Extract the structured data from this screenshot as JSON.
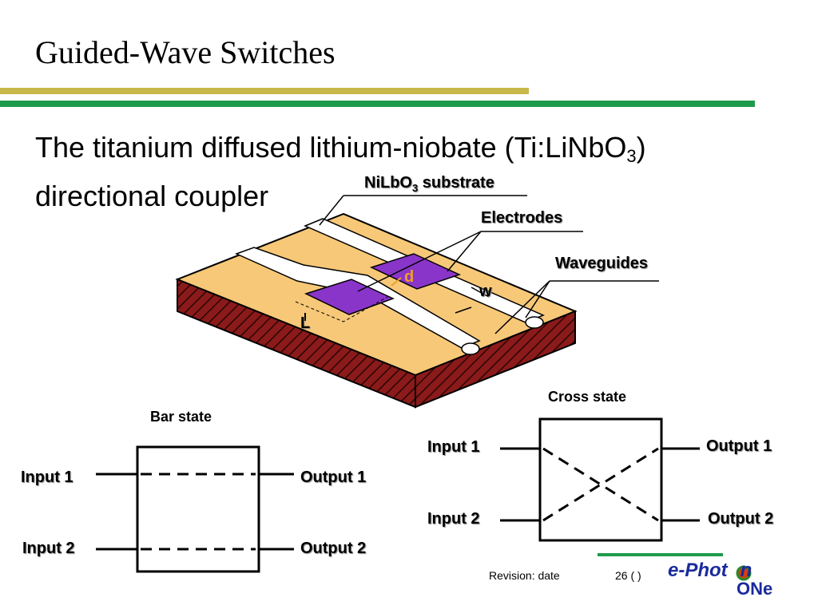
{
  "slide": {
    "title": "Guided-Wave Switches",
    "subtitle_line1_pre": "The titanium diffused lithium-niobate (Ti:LiNbO",
    "subtitle_line1_sub": "3",
    "subtitle_line1_post": ")",
    "subtitle_line2": "directional coupler"
  },
  "device": {
    "substrate_label_pre": "NiLbO",
    "substrate_label_sub": "3",
    "substrate_label_post": " substrate",
    "electrodes_label": "Electrodes",
    "waveguides_label": "Waveguides",
    "d_label": "d",
    "w_label": "w",
    "L_label": "L",
    "colors": {
      "top": "#f7c878",
      "side": "#8b1a1a",
      "electrode": "#8a35c9",
      "waveguide": "#ffffff",
      "d_label": "#f0a020"
    }
  },
  "bar_state": {
    "caption": "Bar state",
    "input1": "Input 1",
    "input2": "Input 2",
    "output1": "Output 1",
    "output2": "Output 2"
  },
  "cross_state": {
    "caption": "Cross state",
    "input1": "Input 1",
    "input2": "Input 2",
    "output1": "Output 1",
    "output2": "Output 2"
  },
  "footer": {
    "revision": "Revision: date",
    "page": "26 (   )",
    "logo_line1": "e-Phot",
    "logo_line1_end": "n",
    "logo_line2": "ONe",
    "logo_color": "#1a2a9c"
  }
}
